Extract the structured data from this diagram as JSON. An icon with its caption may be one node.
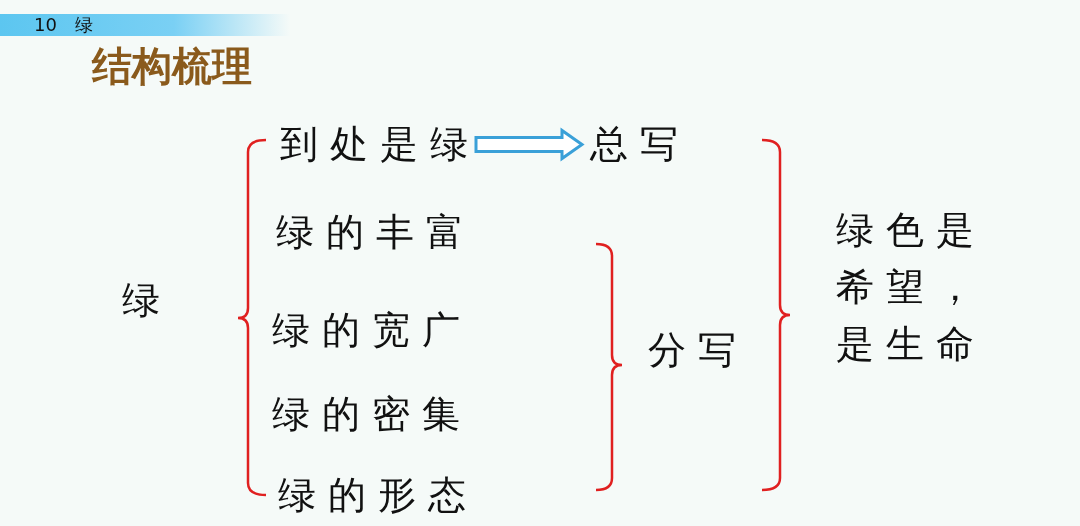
{
  "diagram": {
    "title": "结构梳理",
    "nodes": [
      {
        "text": [
          "绿"
        ]
      },
      {
        "text": [
          "到处是绿"
        ]
      },
      {
        "text": [
          "绿的丰富"
        ]
      },
      {
        "text": [
          "绿的宽广"
        ]
      },
      {
        "text": [
          "绿的密集"
        ]
      },
      {
        "text": [
          "绿的形态"
        ]
      },
      {
        "text": [
          "总写"
        ]
      },
      {
        "text": [
          "分写"
        ]
      },
      {
        "text": [
          "绿色是希望，是生命"
        ]
      }
    ],
    "edges": [
      {
        "from": 1,
        "to": 6,
        "arrow": "to",
        "color": "#3aa0d8"
      }
    ],
    "labels": [
      "10　绿"
    ]
  }
}
